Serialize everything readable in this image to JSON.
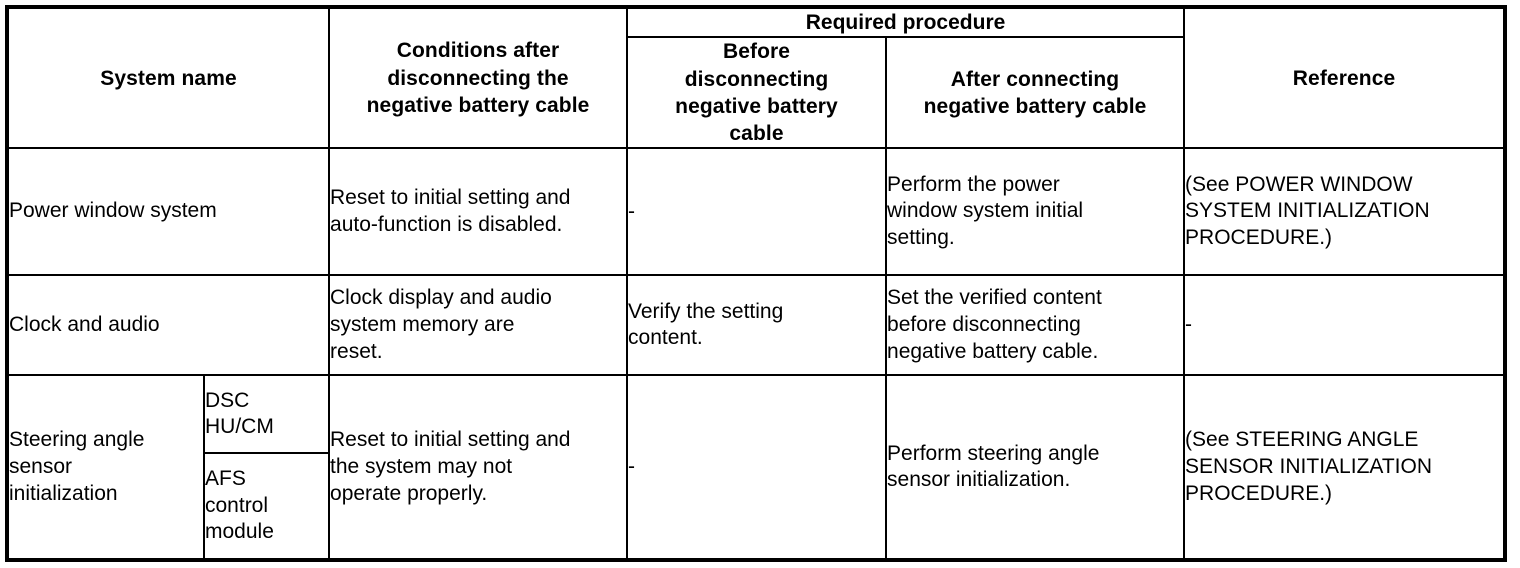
{
  "table": {
    "header": {
      "col_system_name": "System name",
      "col_conditions": "Conditions after\ndisconnecting the\nnegative battery cable",
      "group_required_procedure": "Required procedure",
      "col_before": "Before\ndisconnecting\nnegative battery\ncable",
      "col_after": "After connecting\nnegative battery cable",
      "col_reference": "Reference"
    },
    "rows": [
      {
        "system_name": "Power window system",
        "sub_items": [],
        "conditions": "Reset to initial setting and\nauto-function is disabled.",
        "before": "-",
        "after": "Perform the power\nwindow system initial\nsetting.",
        "reference": "(See POWER WINDOW\nSYSTEM INITIALIZATION\nPROCEDURE.)"
      },
      {
        "system_name": "Clock and audio",
        "sub_items": [],
        "conditions": "Clock display and audio\nsystem memory are\nreset.",
        "before": "Verify the setting\ncontent.",
        "after": "Set the verified content\nbefore disconnecting\nnegative battery cable.",
        "reference": "-"
      },
      {
        "system_name": "Steering angle\nsensor\ninitialization",
        "sub_items": [
          "DSC\nHU/CM",
          "AFS\ncontrol\nmodule"
        ],
        "conditions": "Reset to initial setting and\nthe system may not\noperate properly.",
        "before": "-",
        "after": "Perform steering angle\nsensor initialization.",
        "reference": "(See STEERING ANGLE\nSENSOR INITIALIZATION\nPROCEDURE.)"
      }
    ]
  },
  "colors": {
    "border": "#000000",
    "background": "#ffffff",
    "text": "#000000"
  }
}
